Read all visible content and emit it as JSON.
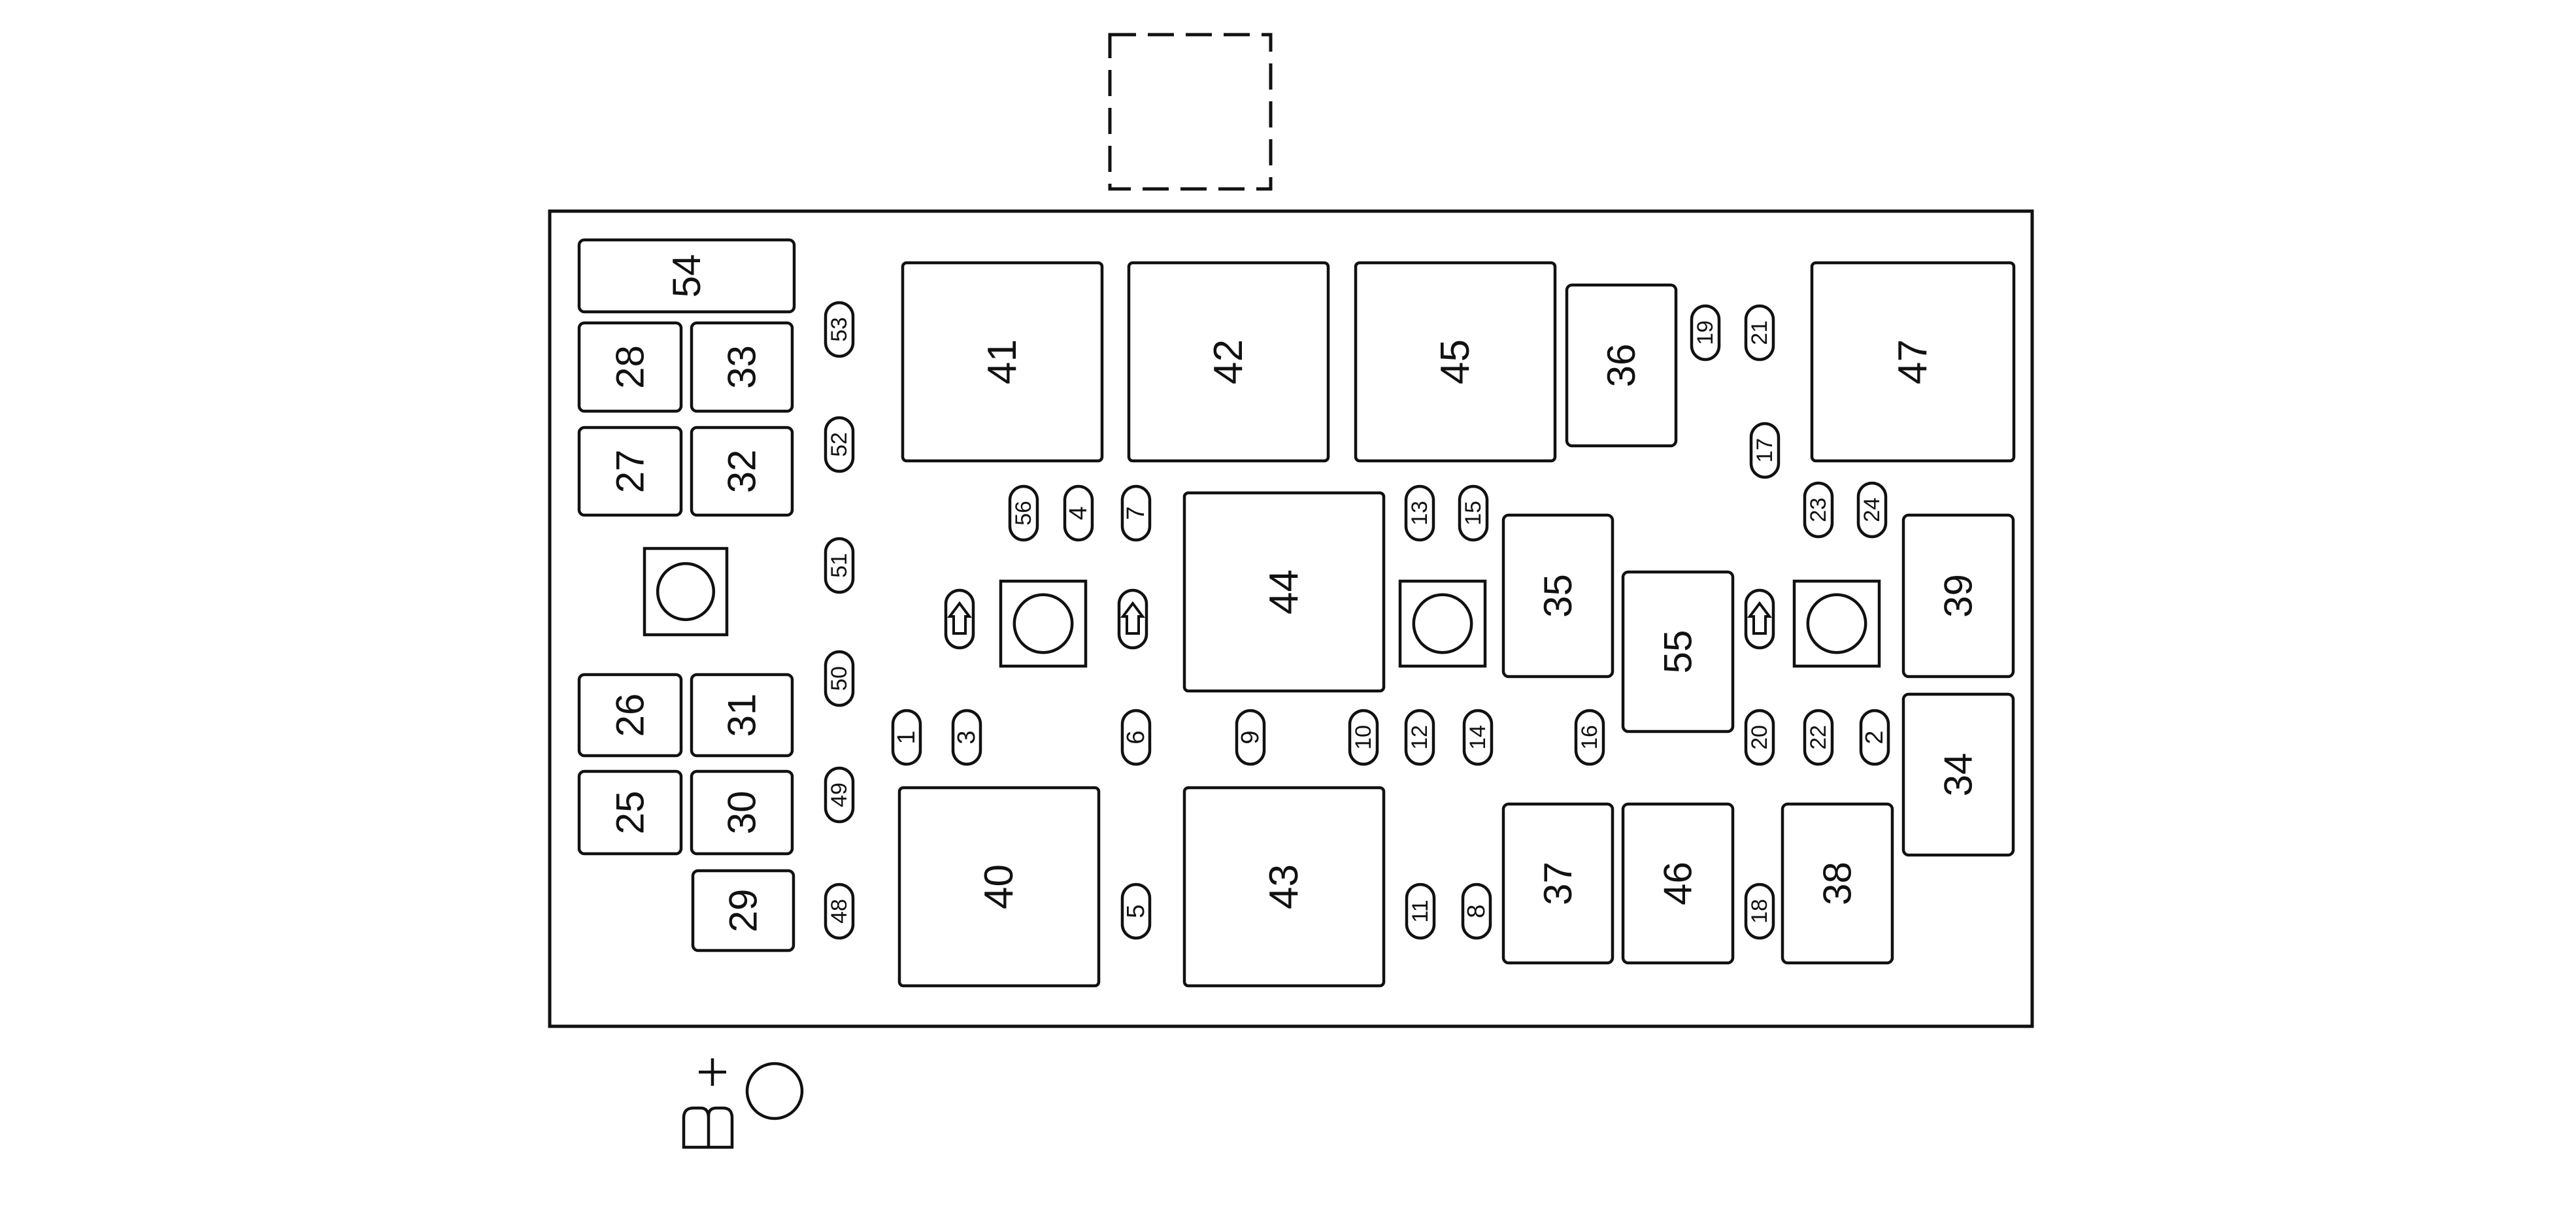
{
  "diagram": {
    "relays_large": [
      {
        "label": "41"
      },
      {
        "label": "42"
      },
      {
        "label": "45"
      },
      {
        "label": "47"
      },
      {
        "label": "44"
      },
      {
        "label": "40"
      },
      {
        "label": "43"
      }
    ],
    "relays_small": [
      {
        "label": "54"
      },
      {
        "label": "28"
      },
      {
        "label": "33"
      },
      {
        "label": "27"
      },
      {
        "label": "32"
      },
      {
        "label": "26"
      },
      {
        "label": "31"
      },
      {
        "label": "25"
      },
      {
        "label": "30"
      },
      {
        "label": "29"
      },
      {
        "label": "36"
      },
      {
        "label": "35"
      },
      {
        "label": "55"
      },
      {
        "label": "39"
      },
      {
        "label": "34"
      },
      {
        "label": "37"
      },
      {
        "label": "46"
      },
      {
        "label": "38"
      }
    ],
    "fuses": [
      {
        "label": "53"
      },
      {
        "label": "52"
      },
      {
        "label": "51"
      },
      {
        "label": "50"
      },
      {
        "label": "49"
      },
      {
        "label": "48"
      },
      {
        "label": "56"
      },
      {
        "label": "4"
      },
      {
        "label": "7"
      },
      {
        "label": "13"
      },
      {
        "label": "15"
      },
      {
        "label": "19"
      },
      {
        "label": "21"
      },
      {
        "label": "17"
      },
      {
        "label": "23"
      },
      {
        "label": "24"
      },
      {
        "label": "1"
      },
      {
        "label": "3"
      },
      {
        "label": "6"
      },
      {
        "label": "9"
      },
      {
        "label": "10"
      },
      {
        "label": "12"
      },
      {
        "label": "14"
      },
      {
        "label": "16"
      },
      {
        "label": "20"
      },
      {
        "label": "22"
      },
      {
        "label": "2"
      },
      {
        "label": "5"
      },
      {
        "label": "11"
      },
      {
        "label": "8"
      },
      {
        "label": "18"
      }
    ],
    "mounting_points": 5,
    "diode_symbols": 3
  }
}
